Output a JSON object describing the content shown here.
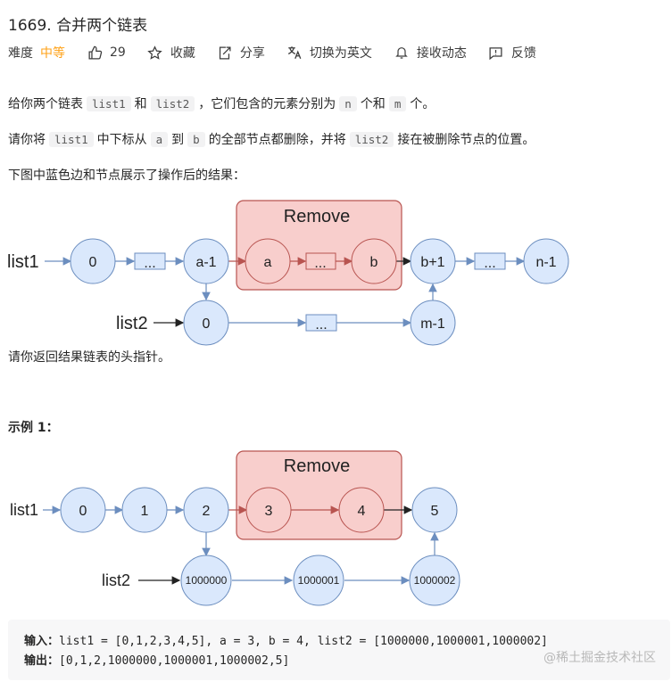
{
  "title": "1669. 合并两个链表",
  "toolbar": {
    "difficulty_label": "难度",
    "difficulty_value": "中等",
    "likes": "29",
    "collect": "收藏",
    "share": "分享",
    "switch_lang": "切换为英文",
    "notify": "接收动态",
    "feedback": "反馈"
  },
  "desc": {
    "p1": {
      "a": "给你两个链表",
      "c1": "list1",
      "b": "和",
      "c2": "list2",
      "c": "，它们包含的元素分别为",
      "c3": "n",
      "d": "个和",
      "c4": "m",
      "e": "个。"
    },
    "p2": {
      "a": "请你将",
      "c1": "list1",
      "b": "中下标从",
      "c2": "a",
      "c": "到",
      "c3": "b",
      "d": "的全部节点都删除，并将",
      "c4": "list2",
      "e": "接在被删除节点的位置。"
    },
    "p3": "下图中蓝色边和节点展示了操作后的结果：",
    "p4": "请你返回结果链表的头指针。"
  },
  "diagram1": {
    "remove": "Remove",
    "list1": "list1",
    "list2": "list2",
    "nodes_top": [
      "0",
      "...",
      "a-1",
      "a",
      "...",
      "b",
      "b+1",
      "...",
      "n-1"
    ],
    "nodes_bottom": [
      "0",
      "...",
      "m-1"
    ]
  },
  "example": {
    "heading": "示例 1：",
    "remove": "Remove",
    "list1": "list1",
    "list2": "list2",
    "nodes_top": [
      "0",
      "1",
      "2",
      "3",
      "4",
      "5"
    ],
    "nodes_bottom": [
      "1000000",
      "1000001",
      "1000002"
    ]
  },
  "io": {
    "input_label": "输入：",
    "input_value": "list1 = [0,1,2,3,4,5], a = 3, b = 4, list2 = [1000000,1000001,1000002]",
    "output_label": "输出：",
    "output_value": "[0,1,2,1000000,1000001,1000002,5]"
  },
  "watermark": "@稀土掘金技术社区",
  "colors": {
    "node_fill": "#dae8fc",
    "node_stroke": "#6c8ebf",
    "remove_fill": "#f8cecc",
    "remove_stroke": "#b85450",
    "difficulty": "#ffa116"
  }
}
